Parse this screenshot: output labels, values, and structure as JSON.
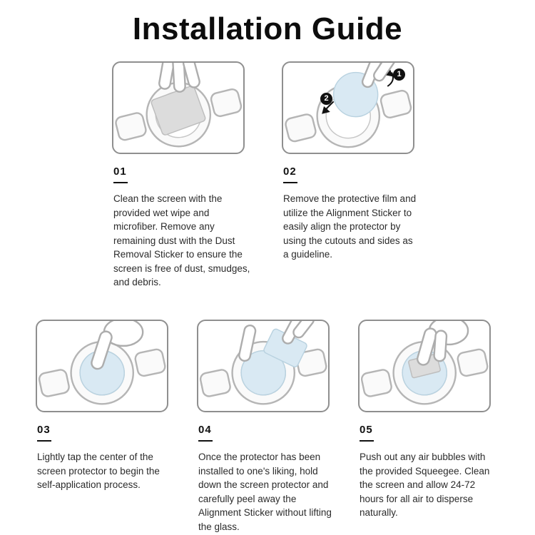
{
  "page": {
    "title": "Installation Guide"
  },
  "badges": {
    "one": "1",
    "two": "2"
  },
  "steps": [
    {
      "number": "01",
      "text": "Clean the screen with the provided wet wipe and microfiber. Remove any remaining dust with the Dust Removal Sticker to ensure the screen is free of dust, smudges, and debris."
    },
    {
      "number": "02",
      "text": "Remove the protective film and utilize the Alignment Sticker to easily align the protector by using the cutouts and sides as a guideline."
    },
    {
      "number": "03",
      "text": "Lightly tap the center of the screen protector to begin the self-application process."
    },
    {
      "number": "04",
      "text": "Once the protector has been installed to one's liking, hold down the screen protector and carefully peel away the Alignment Sticker without lifting the glass."
    },
    {
      "number": "05",
      "text": "Push out any air bubbles with the provided Squeegee. Clean the screen and allow 24-72 hours for all air to disperse naturally."
    }
  ]
}
